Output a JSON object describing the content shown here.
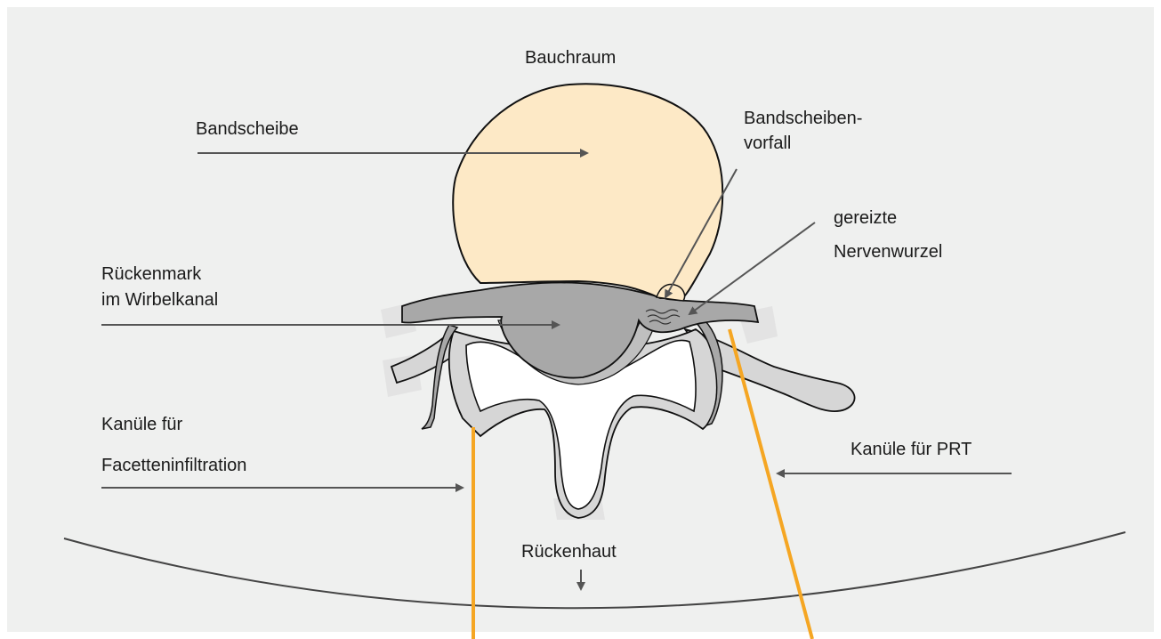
{
  "labels": {
    "abdomen": "Bauchraum",
    "disc": "Bandscheibe",
    "herniation_line1": "Bandscheiben-",
    "herniation_line2": "vorfall",
    "nerve_line1": "gereizte",
    "nerve_line2": "Nervenwurzel",
    "spinal_cord_line1": "Rückenmark",
    "spinal_cord_line2": "im Wirbelkanal",
    "facet_cannula_line1": "Kanüle für",
    "facet_cannula_line2": "Facetteninfiltration",
    "prt_cannula": "Kanüle für PRT",
    "back_skin": "Rückenhaut"
  },
  "colors": {
    "background": "#eff0ef",
    "disc_fill": "#fde9c6",
    "cord_fill": "#a8a8a8",
    "bone_fill": "#d6d6d6",
    "canal_fill": "#ffffff",
    "pointer": "#555555",
    "cannula": "#f5a623",
    "outline": "#111111"
  }
}
